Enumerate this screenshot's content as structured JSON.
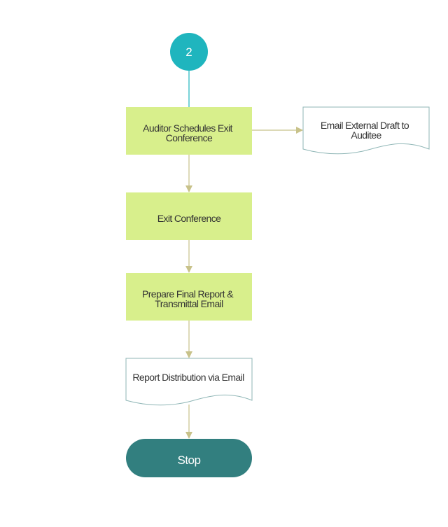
{
  "connector": {
    "label": "2"
  },
  "steps": {
    "schedule_exit": {
      "line1": "Auditor Schedules Exit",
      "line2": "Conference"
    },
    "exit_conference": {
      "label": "Exit Conference"
    },
    "prepare_final": {
      "line1": "Prepare Final Report &",
      "line2": "Transmittal Email"
    }
  },
  "documents": {
    "email_draft": {
      "line1": "Email External Draft to",
      "line2": "Auditee"
    },
    "report_distribution": {
      "label": "Report Distribution via Email"
    }
  },
  "terminator": {
    "label": "Stop"
  },
  "colors": {
    "connector_fill": "#1fb5be",
    "process_fill": "#d8ef8c",
    "terminator_fill": "#327f7f",
    "arrow": "#c8c28a",
    "connector_line": "#1fb5be",
    "document_stroke": "#8fb6b6"
  }
}
